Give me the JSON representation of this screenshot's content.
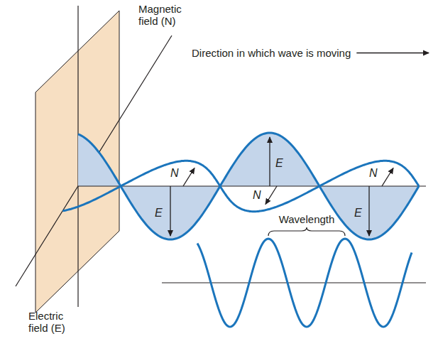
{
  "diagram": {
    "labels": [
      "Magnetic field (N)",
      "Direction in which wave is moving",
      "N",
      "E",
      "N",
      "E",
      "N",
      "E",
      "Wavelength",
      "Electric field (E)"
    ]
  }
}
